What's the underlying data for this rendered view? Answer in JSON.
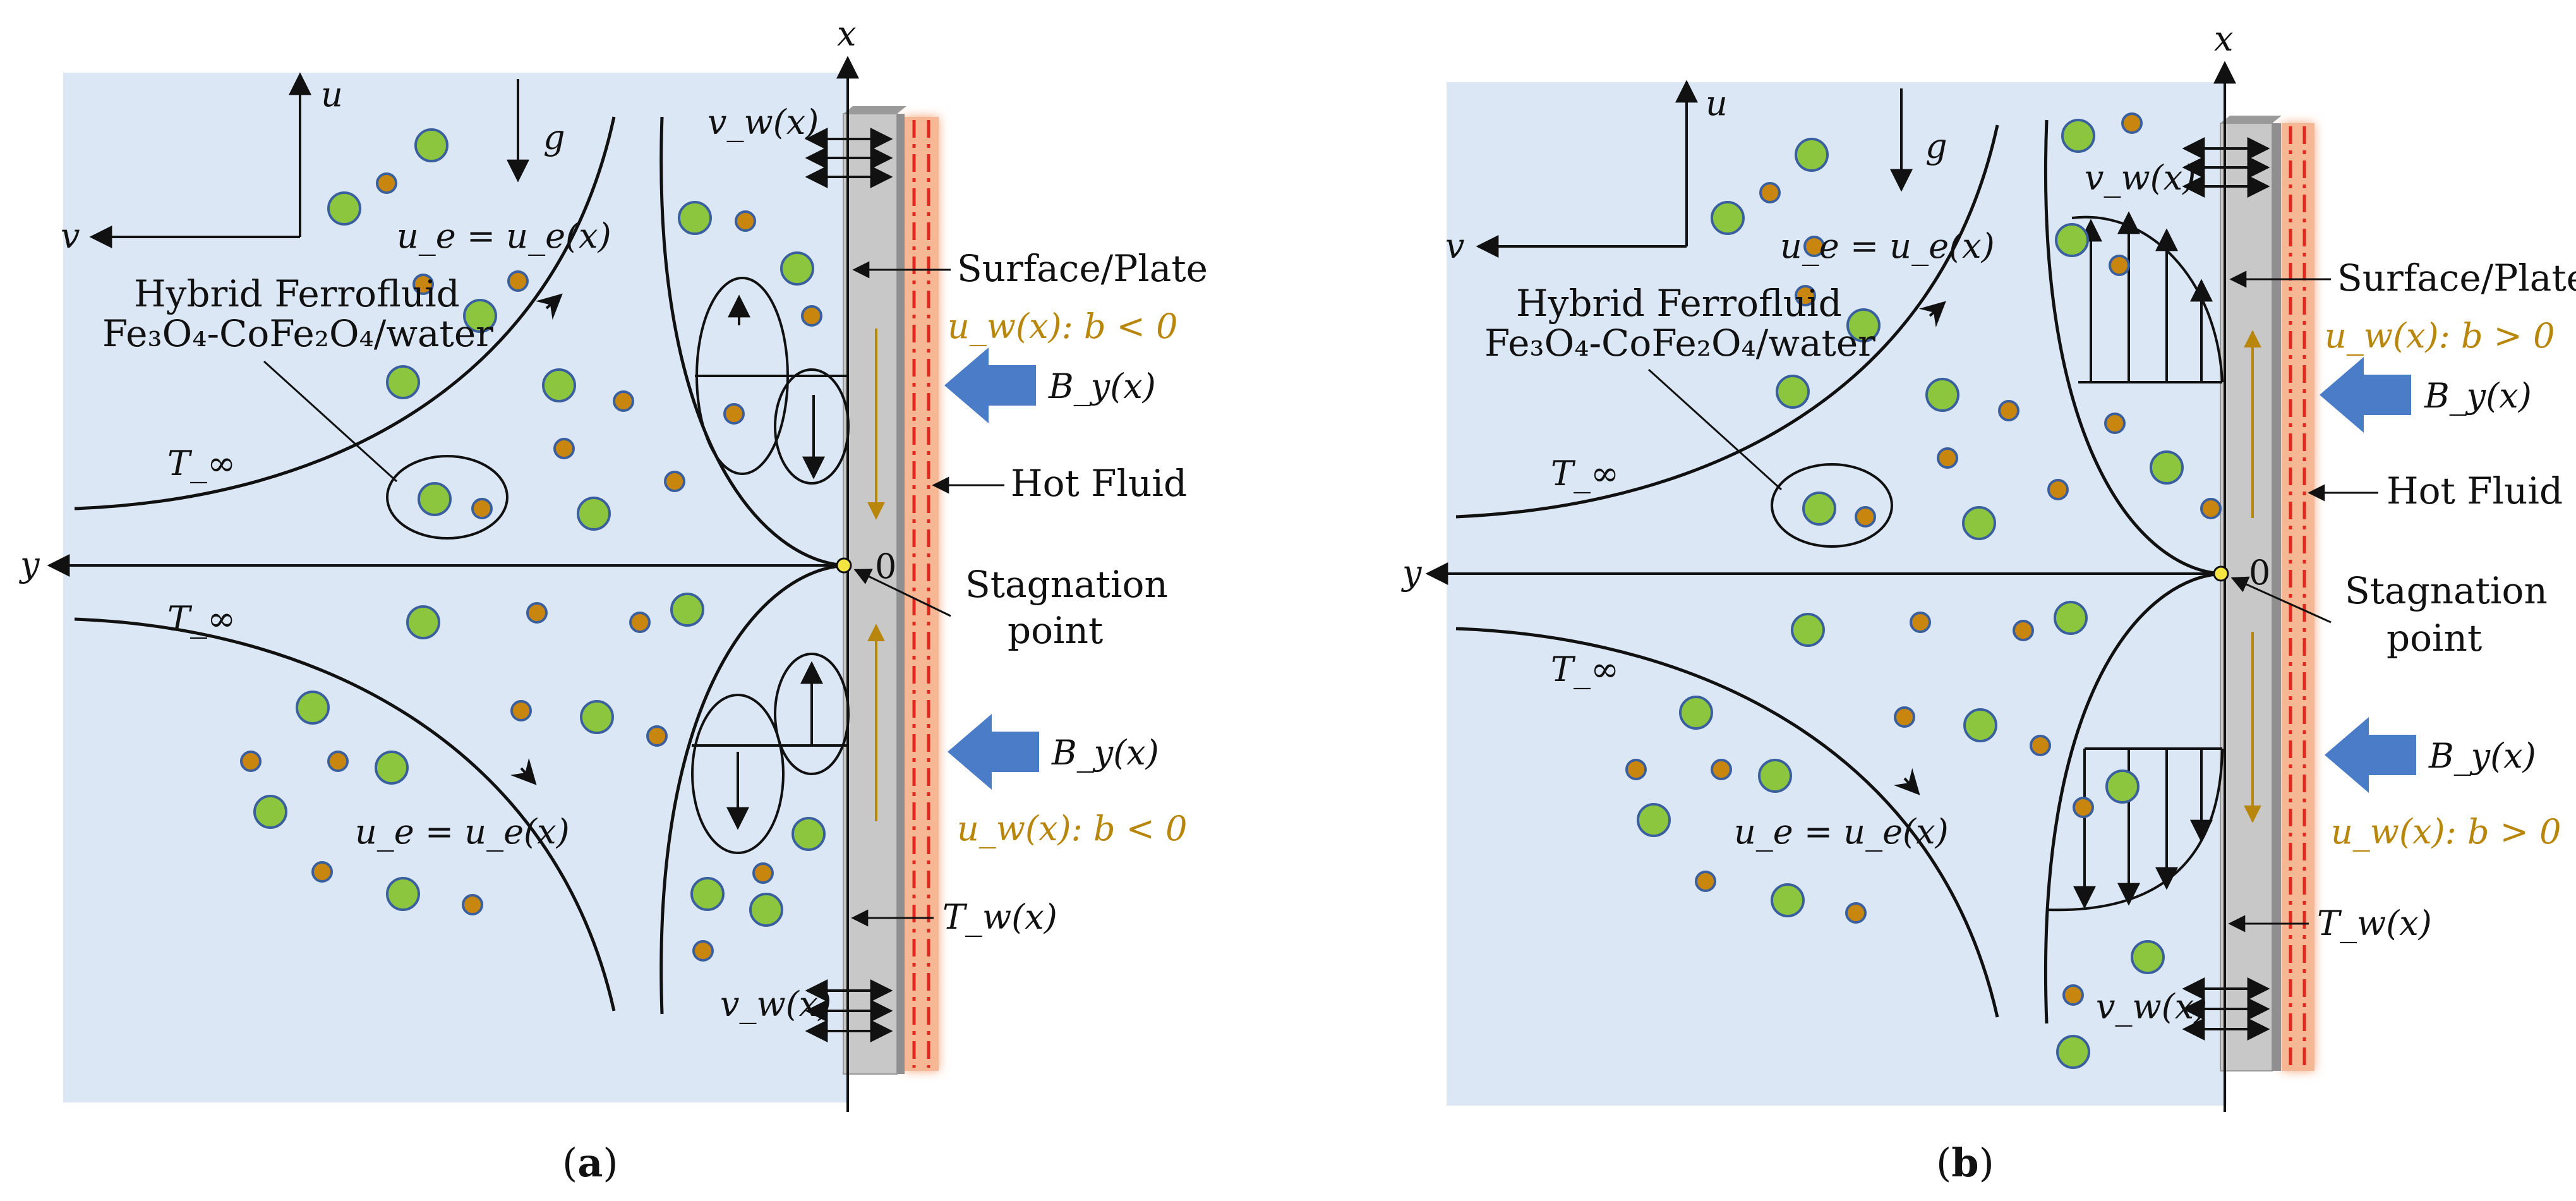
{
  "colors": {
    "fluid": "#dbe7f5",
    "green": "#8cc63f",
    "brown": "#c8860e",
    "particle_edge": "#3a5f9e",
    "plate": "#c8c8c8",
    "hot": "#f4b08a",
    "hot_line": "#e0281e",
    "arrow_blue": "#4a7cc8",
    "gold_text": "#b8860b"
  },
  "panels": [
    {
      "id": "a",
      "caption_open": "(",
      "caption_letter": "a",
      "caption_close": ")",
      "labels": {
        "x_axis": "x",
        "y_axis": "y",
        "u": "u",
        "v": "v",
        "g": "g",
        "vw_top": "v_w(x)",
        "vw_bottom": "v_w(x)",
        "ue_top": "u_e = u_e(x)",
        "ue_bottom": "u_e = u_e(x)",
        "tinf_top": "T_∞",
        "tinf_bottom": "T_∞",
        "fluid_line1": "Hybrid Ferrofluid",
        "fluid_line2": "Fe₃O₄-CoFe₂O₄/water",
        "surface": "Surface/Plate",
        "uw_top": "u_w(x): b < 0",
        "uw_bottom": "u_w(x): b < 0",
        "by_top": "B_y(x)",
        "by_bottom": "B_y(x)",
        "hot": "Hot Fluid",
        "origin": "0",
        "stag1": "Stagnation",
        "stag2": "point",
        "tw": "T_w(x)"
      }
    },
    {
      "id": "b",
      "caption_open": "(",
      "caption_letter": "b",
      "caption_close": ")",
      "labels": {
        "x_axis": "x",
        "y_axis": "y",
        "u": "u",
        "v": "v",
        "g": "g",
        "vw_top": "v_w(x)",
        "vw_bottom": "v_w(x)",
        "ue_top": "u_e = u_e(x)",
        "ue_bottom": "u_e = u_e(x)",
        "tinf_top": "T_∞",
        "tinf_bottom": "T_∞",
        "fluid_line1": "Hybrid Ferrofluid",
        "fluid_line2": "Fe₃O₄-CoFe₂O₄/water",
        "surface": "Surface/Plate",
        "uw_top": "u_w(x): b > 0",
        "uw_bottom": "u_w(x): b > 0",
        "by_top": "B_y(x)",
        "by_bottom": "B_y(x)",
        "hot": "Hot Fluid",
        "origin": "0",
        "stag1": "Stagnation",
        "stag2": "point",
        "tw": "T_w(x)"
      }
    }
  ]
}
